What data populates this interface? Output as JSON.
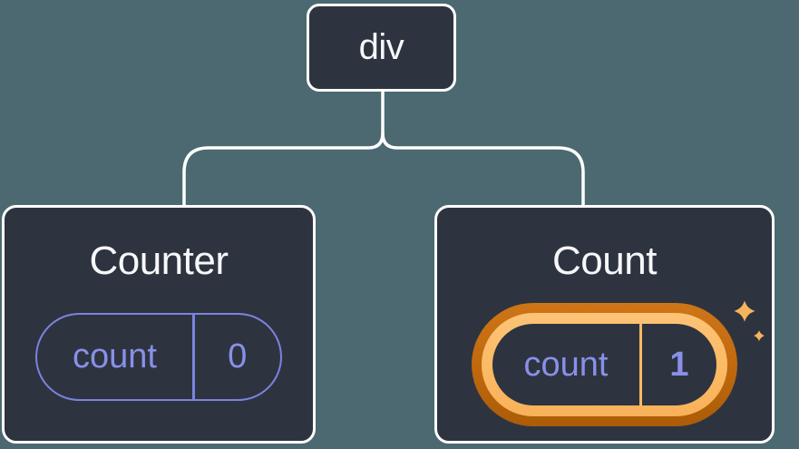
{
  "diagram": {
    "root_node": {
      "label": "div"
    },
    "cards": [
      {
        "title": "Counter",
        "highlighted": false,
        "state_pill": {
          "key": "count",
          "value": "0"
        }
      },
      {
        "title": "Count",
        "highlighted": true,
        "state_pill": {
          "key": "count",
          "value": "1"
        }
      }
    ]
  },
  "icons": {
    "sparkles": "sparkles-icon"
  },
  "colors": {
    "background": "#4c6971",
    "node_background": "#2d3440",
    "node_border": "#ffffff",
    "title_text": "#f6f7f9",
    "state_text": "#8990e8",
    "state_border": "#7c83df",
    "highlight_dark_orange": "#bf680e",
    "highlight_light_orange": "#fbba64",
    "sparkle": "#f6b45c"
  }
}
